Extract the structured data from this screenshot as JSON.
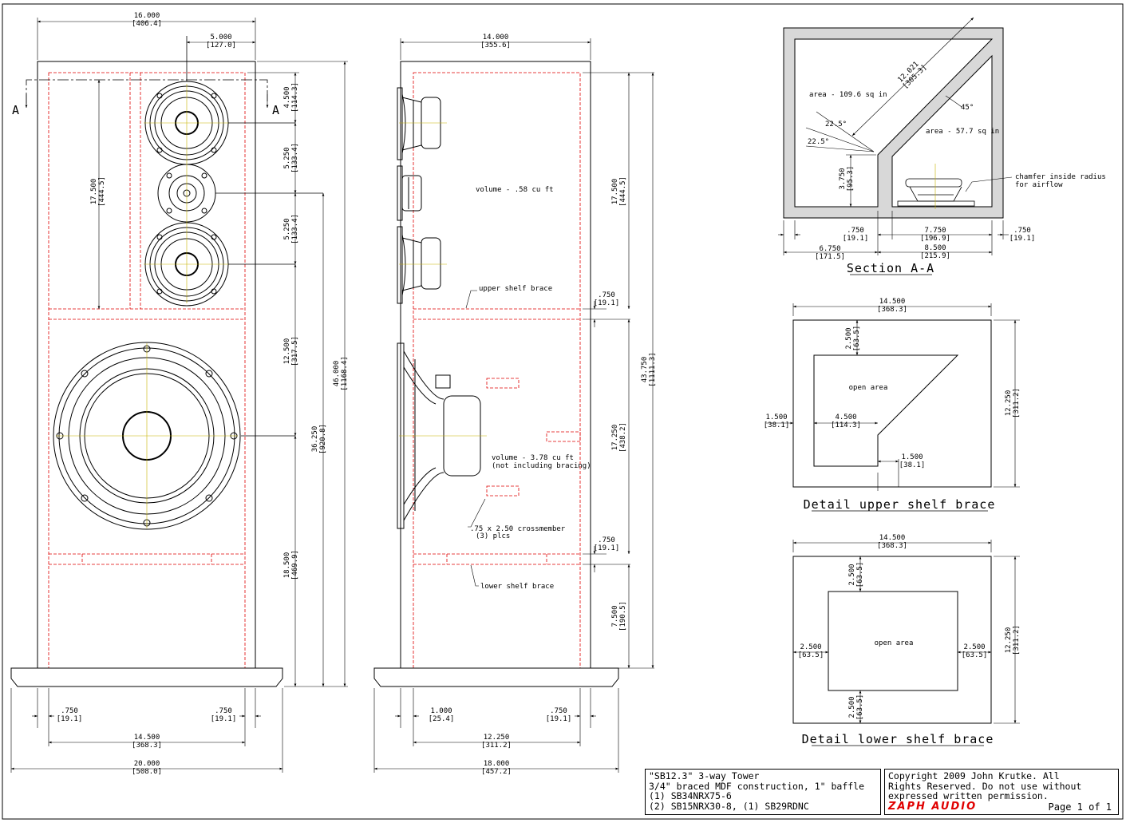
{
  "colors": {
    "line": "#000000",
    "hidden": "#e00000",
    "center": "#c8b400",
    "fill": "#d8d8d8"
  },
  "front": {
    "section_marks": [
      "A",
      "A"
    ],
    "dims": [
      [
        "16.000",
        "[406.4]"
      ],
      [
        "5.000",
        "[127.0]"
      ],
      [
        "4.500",
        "[114.3]"
      ],
      [
        "5.250",
        "[133.4]"
      ],
      [
        "5.250",
        "[133.4]"
      ],
      [
        "17.500",
        "[444.5]"
      ],
      [
        "12.500",
        "[317.5]"
      ],
      [
        "36.250",
        "[920.8]"
      ],
      [
        "46.000",
        "[1168.4]"
      ],
      [
        "18.500",
        "[469.9]"
      ],
      [
        ".750",
        "[19.1]"
      ],
      [
        ".750",
        "[19.1]"
      ],
      [
        "14.500",
        "[368.3]"
      ],
      [
        "20.000",
        "[508.0]"
      ]
    ]
  },
  "side": {
    "dims": [
      [
        "14.000",
        "[355.6]"
      ],
      [
        "17.500",
        "[444.5]"
      ],
      [
        ".750",
        "[19.1]"
      ],
      [
        "43.750",
        "[1111.3]"
      ],
      [
        "17.250",
        "[438.2]"
      ],
      [
        ".750",
        "[19.1]"
      ],
      [
        "7.500",
        "[190.5]"
      ],
      [
        "1.000",
        "[25.4]"
      ],
      [
        ".750",
        "[19.1]"
      ],
      [
        "12.250",
        "[311.2]"
      ],
      [
        "18.000",
        "[457.2]"
      ]
    ],
    "notes": {
      "upper_volume": "volume - .58 cu ft",
      "upper_brace": "upper shelf brace",
      "lower_volume_1": "volume - 3.78 cu ft",
      "lower_volume_2": "(not including bracing)",
      "crossmember_1": ".75 x 2.50 crossmember",
      "crossmember_2": "(3) plcs",
      "lower_brace": "lower shelf brace"
    }
  },
  "section": {
    "title": "Section A-A",
    "notes": {
      "area_left": "area - 109.6 sq in",
      "area_right": "area - 57.7 sq in",
      "angle_45": "45°",
      "angle_a": "22.5°",
      "angle_b": "22.5°",
      "chamfer_1": "chamfer inside radius",
      "chamfer_2": "for airflow"
    },
    "dims": [
      [
        "12.021",
        "[305.3]"
      ],
      [
        "3.750",
        "[95.3]"
      ],
      [
        ".750",
        "[19.1]"
      ],
      [
        "7.750",
        "[196.9]"
      ],
      [
        ".750",
        "[19.1]"
      ],
      [
        "8.500",
        "[215.9]"
      ],
      [
        "6.750",
        "[171.5]"
      ]
    ]
  },
  "upper_detail": {
    "title": "Detail upper shelf brace",
    "open": "open area",
    "dims": [
      [
        "14.500",
        "[368.3]"
      ],
      [
        "2.500",
        "[63.5]"
      ],
      [
        "12.250",
        "[311.2]"
      ],
      [
        "1.500",
        "[38.1]"
      ],
      [
        "4.500",
        "[114.3]"
      ],
      [
        "1.500",
        "[38.1]"
      ]
    ]
  },
  "lower_detail": {
    "title": "Detail lower shelf brace",
    "open": "open area",
    "dims": [
      [
        "14.500",
        "[368.3]"
      ],
      [
        "2.500",
        "[63.5]"
      ],
      [
        "12.250",
        "[311.2]"
      ],
      [
        "2.500",
        "[63.5]"
      ],
      [
        "2.500",
        "[63.5]"
      ],
      [
        "2.500",
        "[63.5]"
      ]
    ]
  },
  "title_block": {
    "left": [
      "\"SB12.3\" 3-way Tower",
      "3/4\" braced MDF construction, 1\" baffle",
      "(1) SB34NRX75-6",
      "(2) SB15NRX30-8, (1) SB29RDNC"
    ],
    "right": [
      "Copyright 2009 John Krutke.  All",
      "Rights Reserved.  Do not use without",
      "expressed written permission."
    ],
    "brand": "ZAPH AUDIO",
    "page": "Page 1 of 1"
  }
}
